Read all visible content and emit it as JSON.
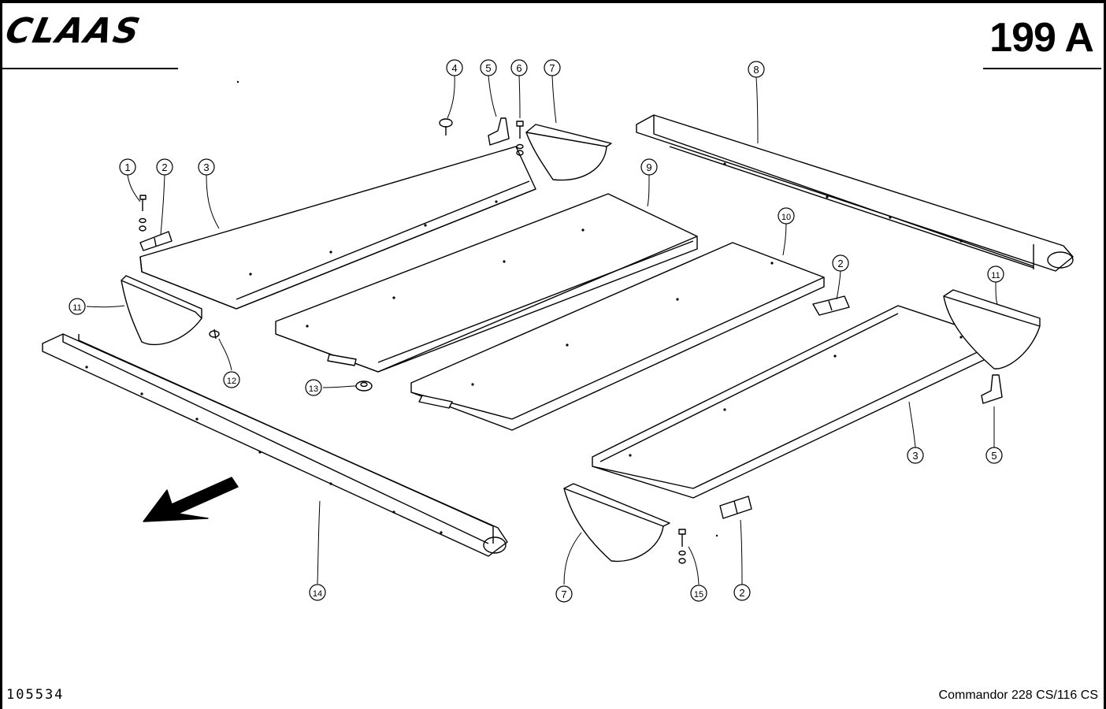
{
  "header": {
    "brand": "CLAAS",
    "page_number": "199 A"
  },
  "footer": {
    "drawing_number": "105534",
    "model": "Commandor 228 CS/116 CS"
  },
  "callouts": [
    {
      "id": "c1",
      "label": "1"
    },
    {
      "id": "c2a",
      "label": "2"
    },
    {
      "id": "c3a",
      "label": "3"
    },
    {
      "id": "c4",
      "label": "4"
    },
    {
      "id": "c5a",
      "label": "5"
    },
    {
      "id": "c6",
      "label": "6"
    },
    {
      "id": "c7a",
      "label": "7"
    },
    {
      "id": "c8",
      "label": "8"
    },
    {
      "id": "c9",
      "label": "9"
    },
    {
      "id": "c10",
      "label": "10"
    },
    {
      "id": "c2b",
      "label": "2"
    },
    {
      "id": "c11a",
      "label": "11"
    },
    {
      "id": "c11b",
      "label": "11"
    },
    {
      "id": "c12",
      "label": "12"
    },
    {
      "id": "c13",
      "label": "13"
    },
    {
      "id": "c3b",
      "label": "3"
    },
    {
      "id": "c5b",
      "label": "5"
    },
    {
      "id": "c14",
      "label": "14"
    },
    {
      "id": "c7b",
      "label": "7"
    },
    {
      "id": "c15",
      "label": "15"
    },
    {
      "id": "c2c",
      "label": "2"
    }
  ]
}
